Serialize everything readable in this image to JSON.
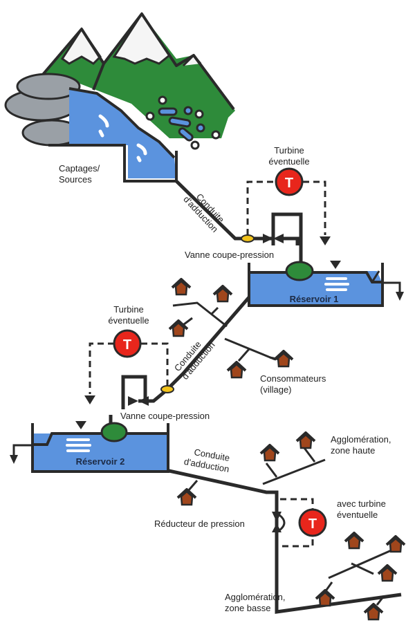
{
  "title": "Schéma d'adduction d'eau potable avec turbines éventuelles",
  "colors": {
    "pipe": "#2a2a2a",
    "water": "#5b93de",
    "forest": "#2e8b3a",
    "rock": "#9aa0a6",
    "house": "#a0461c",
    "turbine": "#e8261c",
    "valve_node": "#f2c31b",
    "reservoir_node": "#2e8b3a"
  },
  "labels": {
    "source": [
      "Captages/",
      "Sources"
    ],
    "conduit_1": [
      "Conduite",
      "d'adduction"
    ],
    "turbine_1": [
      "Turbine",
      "éventuelle"
    ],
    "valve_1": "Vanne coupe-pression",
    "reservoir_1": "Réservoir 1",
    "consumers": [
      "Consommateurs",
      "(village)"
    ],
    "turbine_2": [
      "Turbine",
      "éventuelle"
    ],
    "conduit_2": [
      "Conduite",
      "d'adduction"
    ],
    "valve_2": "Vanne coupe-pression",
    "reservoir_2": "Réservoir 2",
    "conduit_3": [
      "Conduite",
      "d'adduction"
    ],
    "zone_high": [
      "Agglomération,",
      "zone haute"
    ],
    "reducer": "Réducteur de pression",
    "turbine_3": [
      "avec turbine",
      "éventuelle"
    ],
    "zone_low": [
      "Agglomération,",
      "zone basse"
    ],
    "turbine_symbol": "T"
  }
}
